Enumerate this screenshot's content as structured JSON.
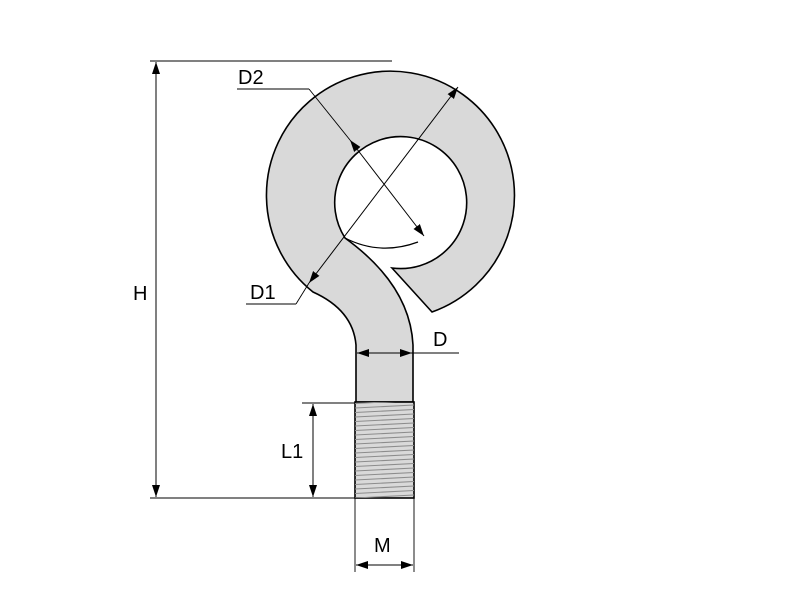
{
  "colors": {
    "part_fill": "#d9d9d9",
    "outline": "#000000",
    "thread": "#8c8c8c",
    "background": "#ffffff"
  },
  "labels": {
    "h": "H",
    "d2": "D2",
    "d1": "D1",
    "d": "D",
    "l1": "L1",
    "m": "M"
  }
}
